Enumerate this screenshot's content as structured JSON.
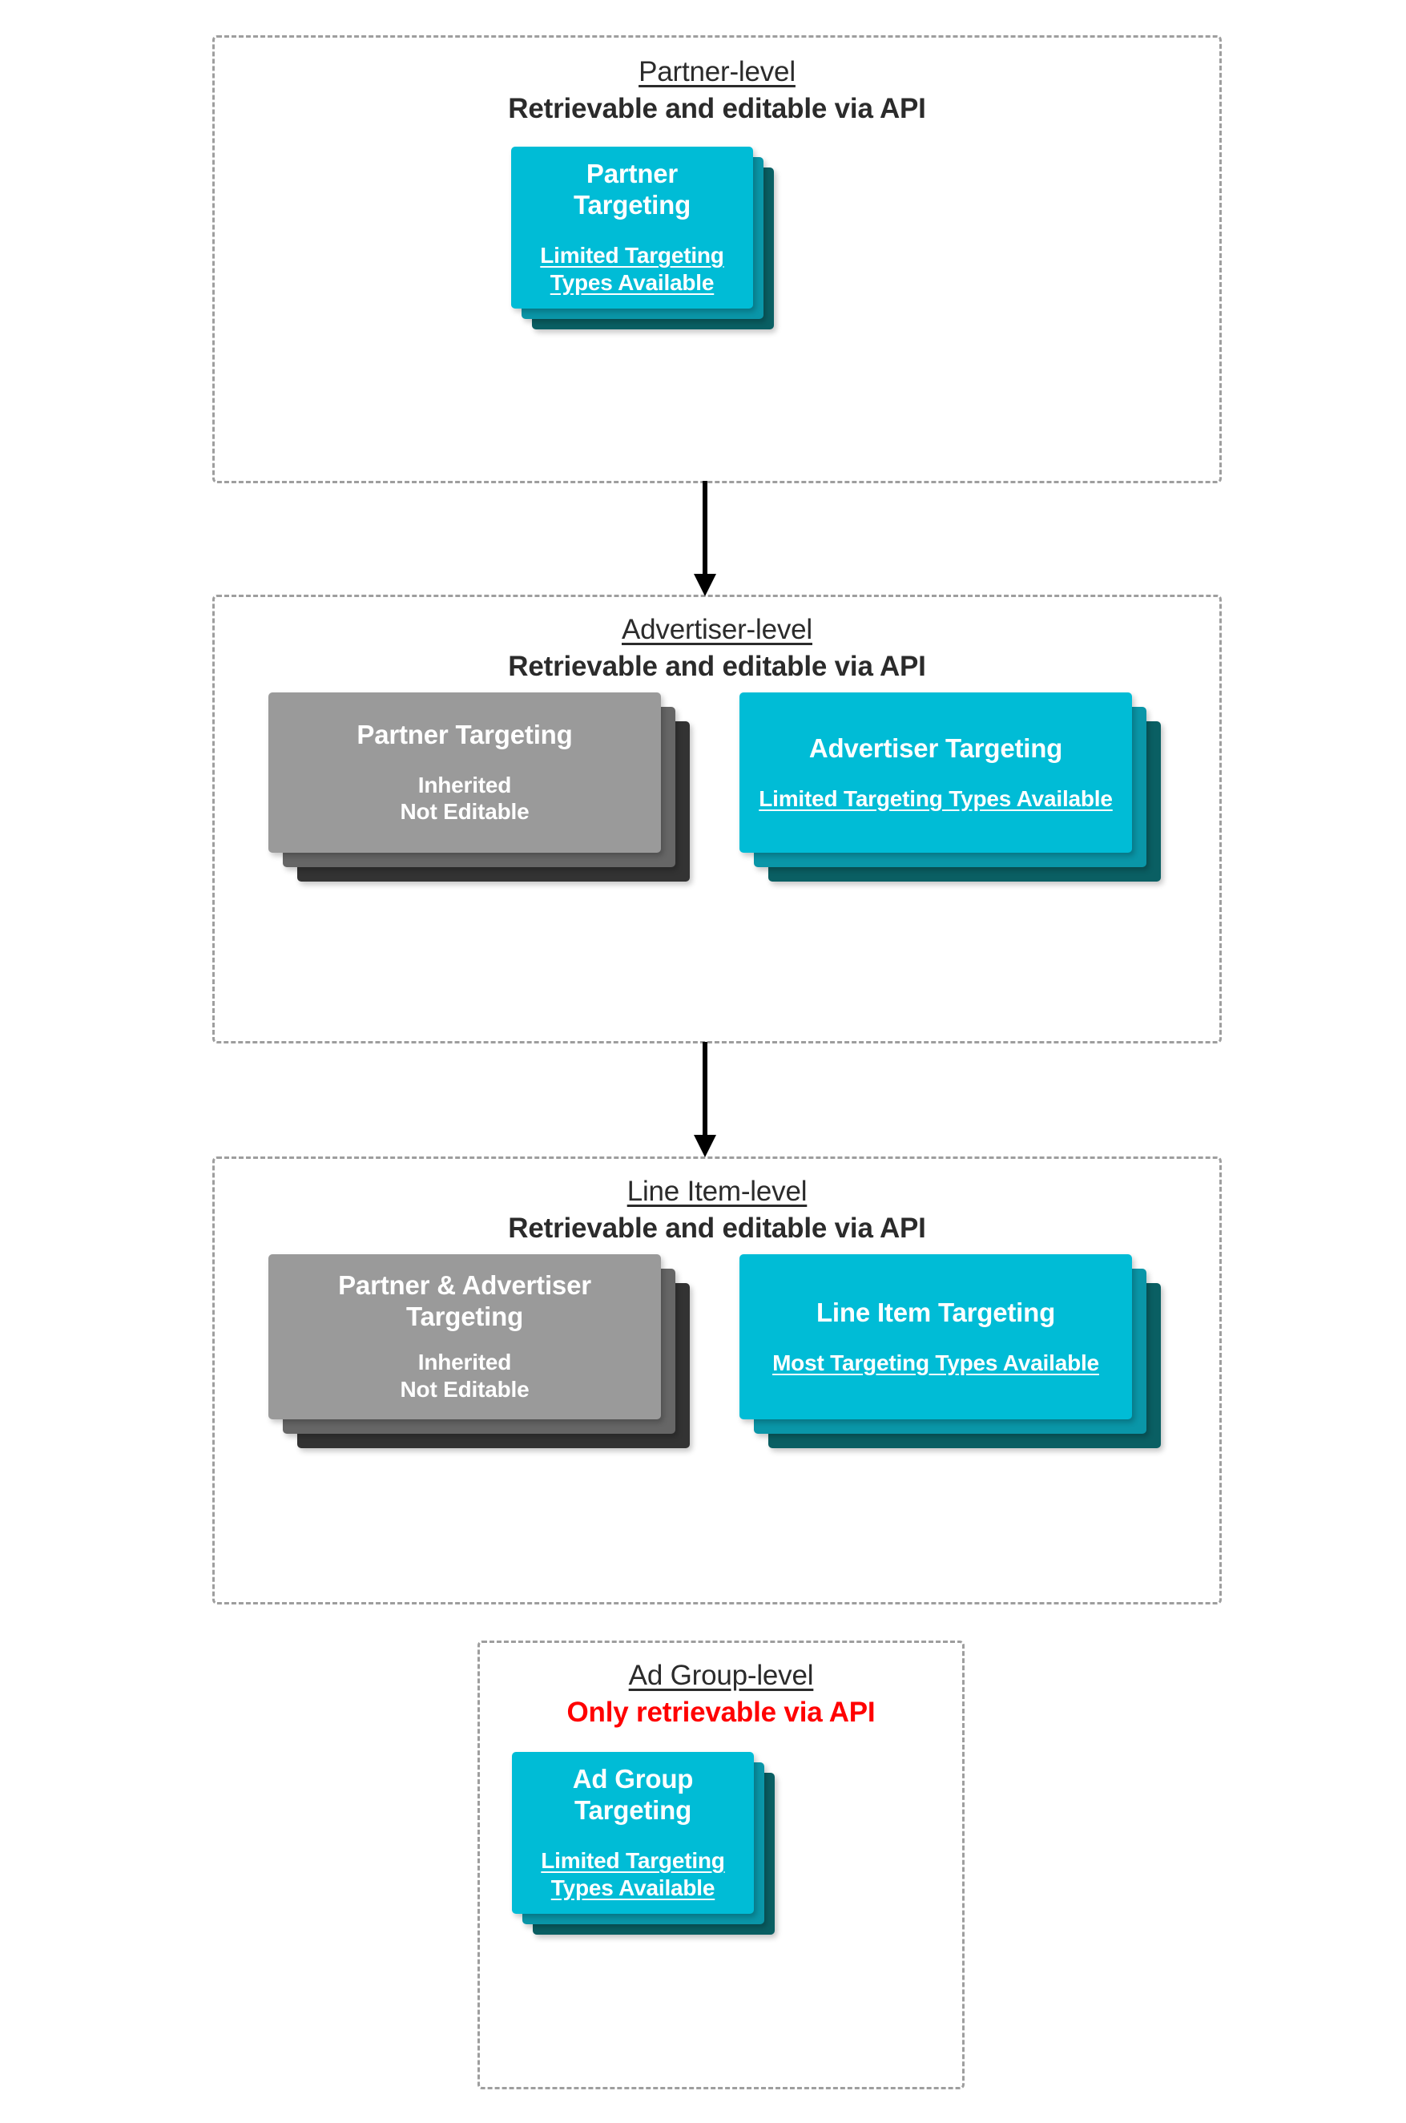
{
  "palette": {
    "cyan_front": "#00bcd6",
    "cyan_mid": "#0a96a8",
    "cyan_back": "#0a5f63",
    "gray_front": "#9a9a9a",
    "gray_mid": "#666666",
    "gray_back": "#333333",
    "dashed_border": "#9e9e9e",
    "heading_text": "#2b2b2b",
    "alert_text": "#ff0000",
    "card_text": "#ffffff"
  },
  "levels": [
    {
      "id": "partner",
      "title": "Partner-level",
      "subtitle": "Retrievable and editable via API",
      "subtitle_alert": false,
      "cards": [
        {
          "id": "partner-targeting",
          "variant": "cyan",
          "title": "Partner Targeting",
          "note": "Limited Targeting Types Available",
          "note_underlined": true
        }
      ]
    },
    {
      "id": "advertiser",
      "title": "Advertiser-level",
      "subtitle": "Retrievable and editable via API",
      "subtitle_alert": false,
      "cards": [
        {
          "id": "inherited-partner-targeting",
          "variant": "gray",
          "title": "Partner Targeting",
          "note": "Inherited\nNot Editable",
          "note_underlined": false
        },
        {
          "id": "advertiser-targeting",
          "variant": "cyan",
          "title": "Advertiser Targeting",
          "note": "Limited Targeting Types Available",
          "note_underlined": true
        }
      ]
    },
    {
      "id": "line-item",
      "title": "Line Item-level",
      "subtitle": "Retrievable and editable via API",
      "subtitle_alert": false,
      "cards": [
        {
          "id": "inherited-partner-advertiser-targeting",
          "variant": "gray",
          "title": "Partner & Advertiser Targeting",
          "note": "Inherited\nNot Editable",
          "note_underlined": false
        },
        {
          "id": "line-item-targeting",
          "variant": "cyan",
          "title": "Line Item Targeting",
          "note": "Most Targeting Types Available",
          "note_underlined": true
        }
      ]
    },
    {
      "id": "ad-group",
      "title": "Ad Group-level",
      "subtitle": "Only retrievable via API",
      "subtitle_alert": true,
      "cards": [
        {
          "id": "ad-group-targeting",
          "variant": "cyan",
          "title": "Ad Group Targeting",
          "note": "Limited Targeting Types Available",
          "note_underlined": true
        }
      ]
    }
  ],
  "connectors": [
    {
      "id": "partner-to-advertiser",
      "label": "down-arrow"
    },
    {
      "id": "advertiser-to-line-item",
      "label": "down-arrow"
    }
  ]
}
